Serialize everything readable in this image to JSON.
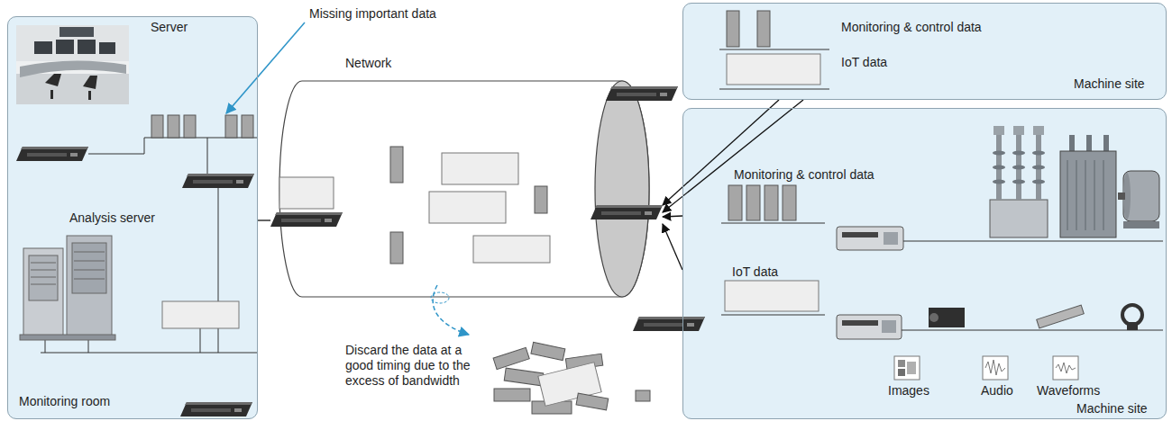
{
  "diagram": {
    "nodes": [
      {
        "text": [
          "Monitoring room"
        ]
      },
      {
        "text": [
          "Network"
        ]
      },
      {
        "text": [
          "Machine site"
        ]
      },
      {
        "text": [
          "Machine site"
        ]
      }
    ],
    "edges": [
      {
        "from": 2,
        "to": 1,
        "arrow": "to"
      },
      {
        "from": 2,
        "to": 1,
        "arrow": "to"
      },
      {
        "from": 3,
        "to": 1,
        "arrow": "to"
      },
      {
        "from": 3,
        "to": 1,
        "arrow": "to"
      },
      {
        "from": 1,
        "to": 0,
        "arrow": "none"
      }
    ],
    "labels": [
      "Server",
      "Missing important data",
      "Analysis server",
      "Discard the data at a good timing due to the excess of bandwidth",
      "Monitoring & control data",
      "IoT data",
      "Monitoring & control data",
      "IoT data",
      "Images",
      "Audio",
      "Waveforms"
    ]
  }
}
